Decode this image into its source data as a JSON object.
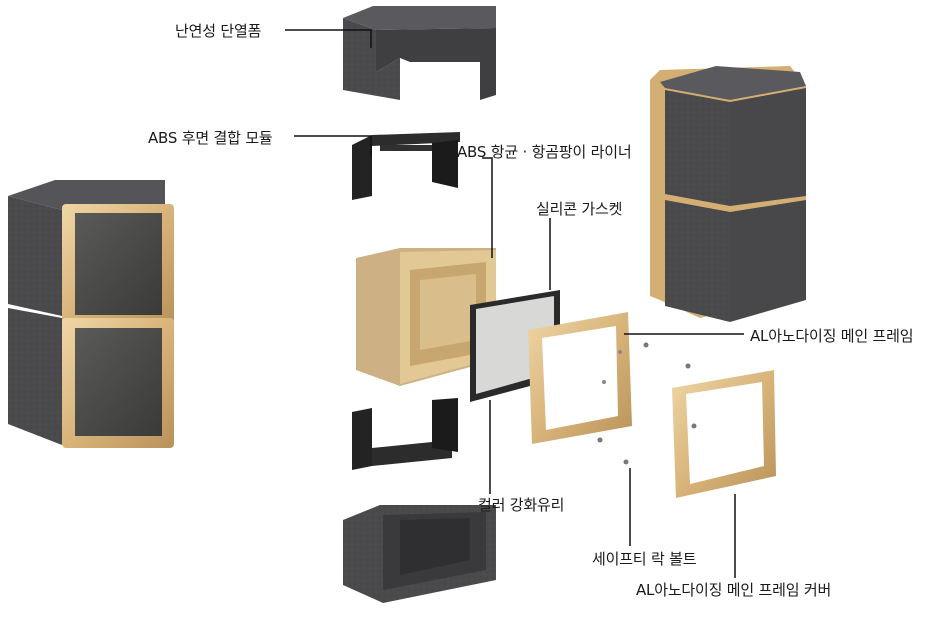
{
  "labels": {
    "insulation": "난연성 단열폼",
    "abs_module": "ABS 후면 결합 모듈",
    "abs_liner": "ABS 항균 · 항곰팡이 라이너",
    "silicone_gasket": "실리콘 가스켓",
    "al_main_frame": "AL아노다이징 메인 프레임",
    "color_glass": "컬러 강화유리",
    "safety_bolt": "세이프티 락 볼트",
    "al_frame_cover": "AL아노다이징 메인 프레임 커버"
  },
  "colors": {
    "foam": "#4a4a4d",
    "foam_dark": "#333336",
    "foam_light": "#5c5c60",
    "gold": "#d8b47a",
    "gold_dark": "#b58f55",
    "gold_light": "#ecd3a4",
    "liner": "#cdb184",
    "glass": "#4a4a48",
    "black_part": "#1f1f1f"
  }
}
